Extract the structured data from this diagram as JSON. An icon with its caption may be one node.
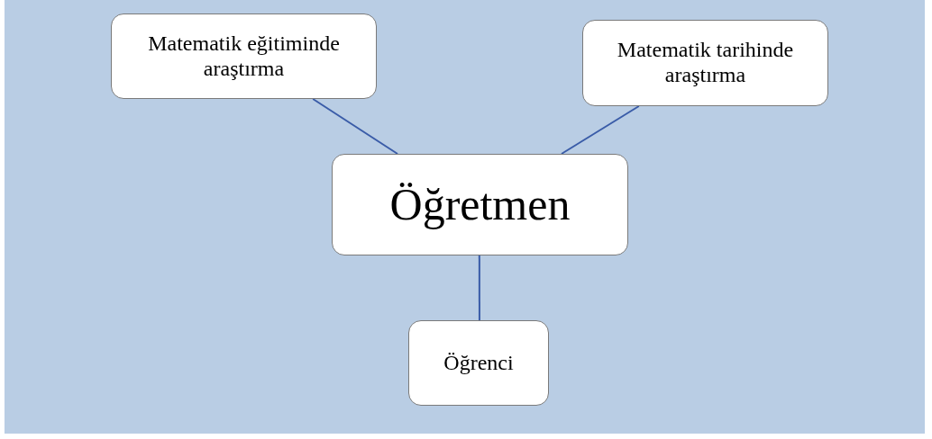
{
  "diagram": {
    "nodes": [
      {
        "text": [
          "Matematik eğitiminde araştırma"
        ]
      },
      {
        "text": [
          "Matematik tarihinde araştırma"
        ]
      },
      {
        "text": [
          "Öğretmen"
        ]
      },
      {
        "text": [
          "Öğrenci"
        ]
      }
    ],
    "edges": [
      {
        "from": 0,
        "to": 2,
        "arrow": "none"
      },
      {
        "from": 1,
        "to": 2,
        "arrow": "none"
      },
      {
        "from": 2,
        "to": 3,
        "arrow": "none"
      }
    ]
  }
}
